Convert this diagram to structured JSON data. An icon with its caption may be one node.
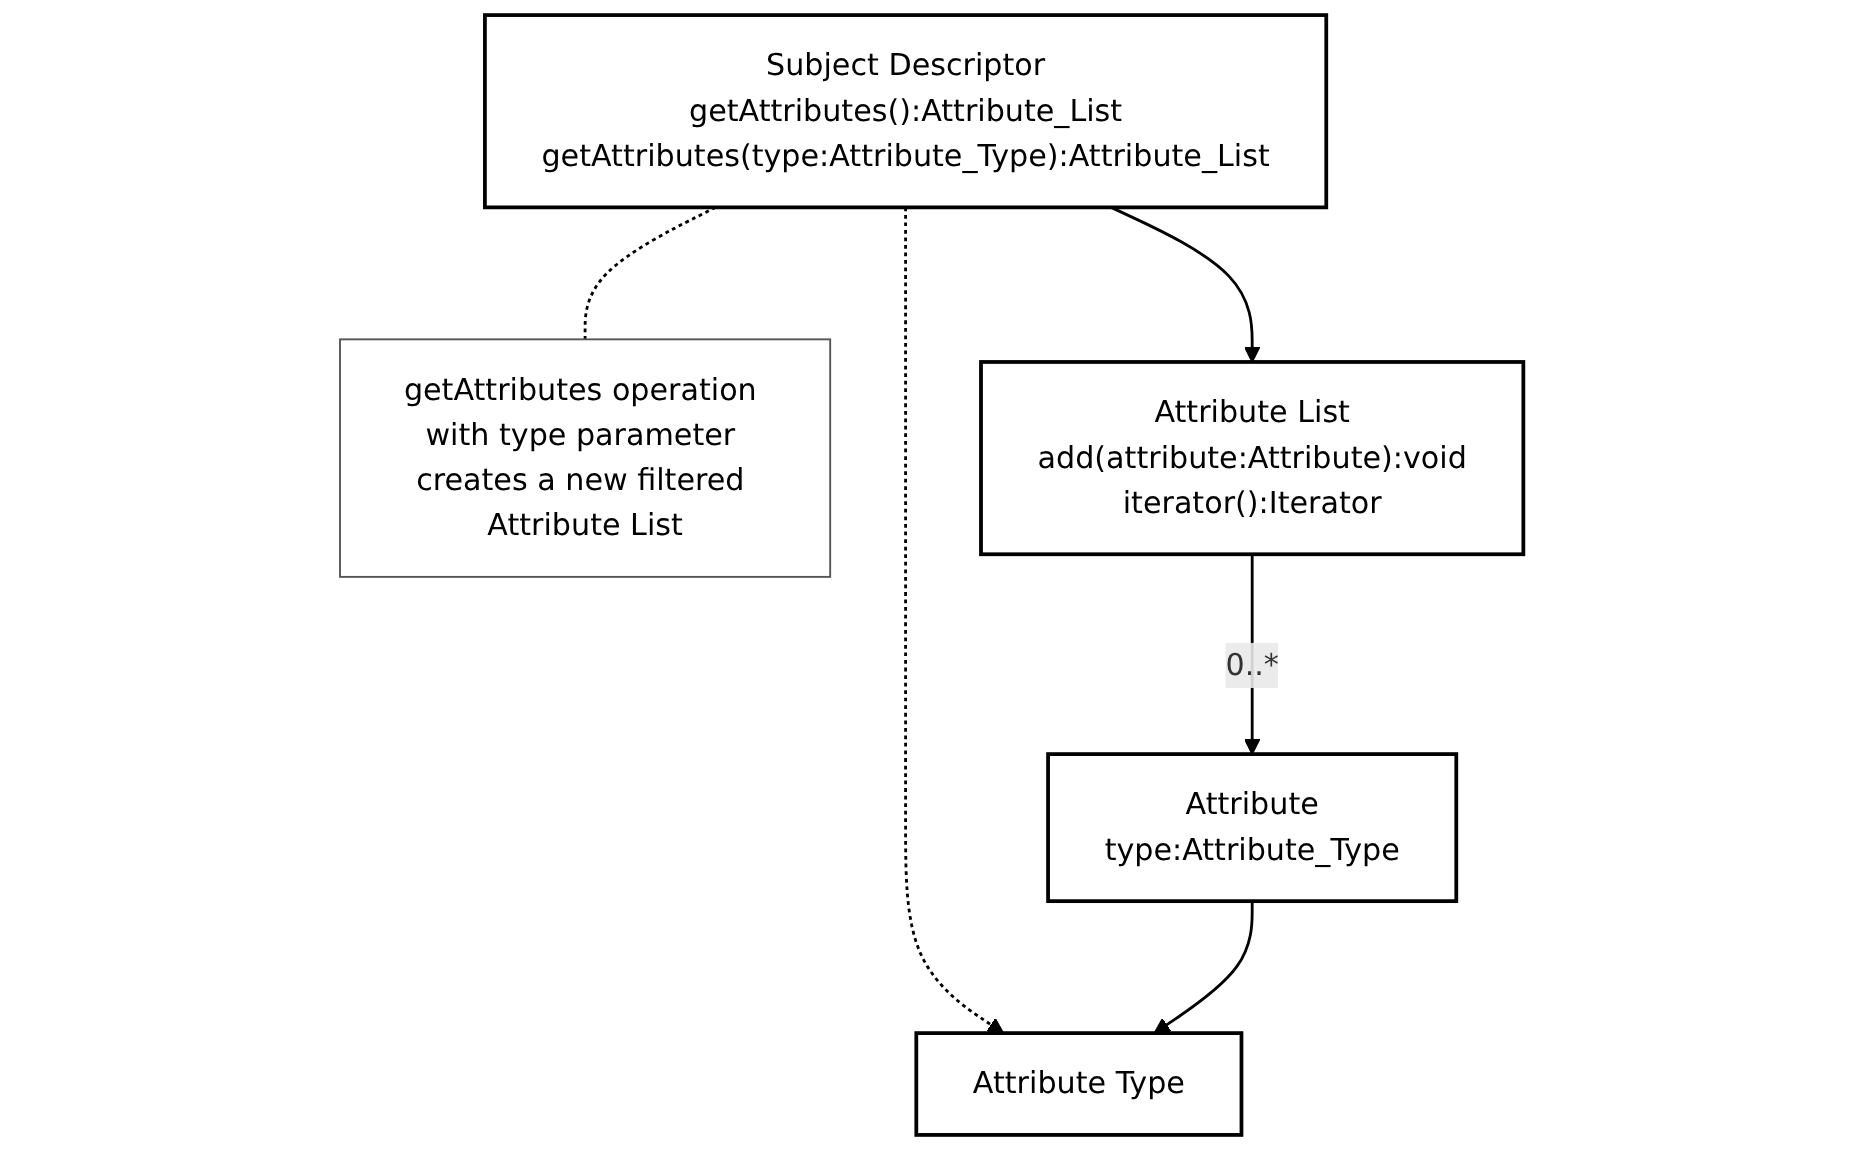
{
  "diagram": {
    "nodes": [
      {
        "text": [
          "Subject Descriptor",
          "getAttributes():Attribute_List",
          "getAttributes(type:Attribute_Type):Attribute_List"
        ]
      },
      {
        "text": [
          "Attribute Type"
        ]
      },
      {
        "text": [
          "getAttributes operation with type parameter creates a new filtered Attribute List"
        ]
      },
      {
        "text": [
          "Attribute List",
          "add(attribute:Attribute):void",
          "iterator():Iterator"
        ]
      },
      {
        "text": [
          "Attribute",
          "type:Attribute_Type"
        ]
      }
    ],
    "edges": [
      {
        "from": 0,
        "to": 1,
        "arrow": "to",
        "style": "dashed"
      },
      {
        "from": 0,
        "to": 2,
        "arrow": "none",
        "style": "dashed"
      },
      {
        "from": 0,
        "to": 3,
        "arrow": "to"
      },
      {
        "from": 4,
        "to": 1,
        "arrow": "to"
      },
      {
        "from": 3,
        "to": 4,
        "arrow": "to",
        "label": "0..*"
      }
    ]
  }
}
